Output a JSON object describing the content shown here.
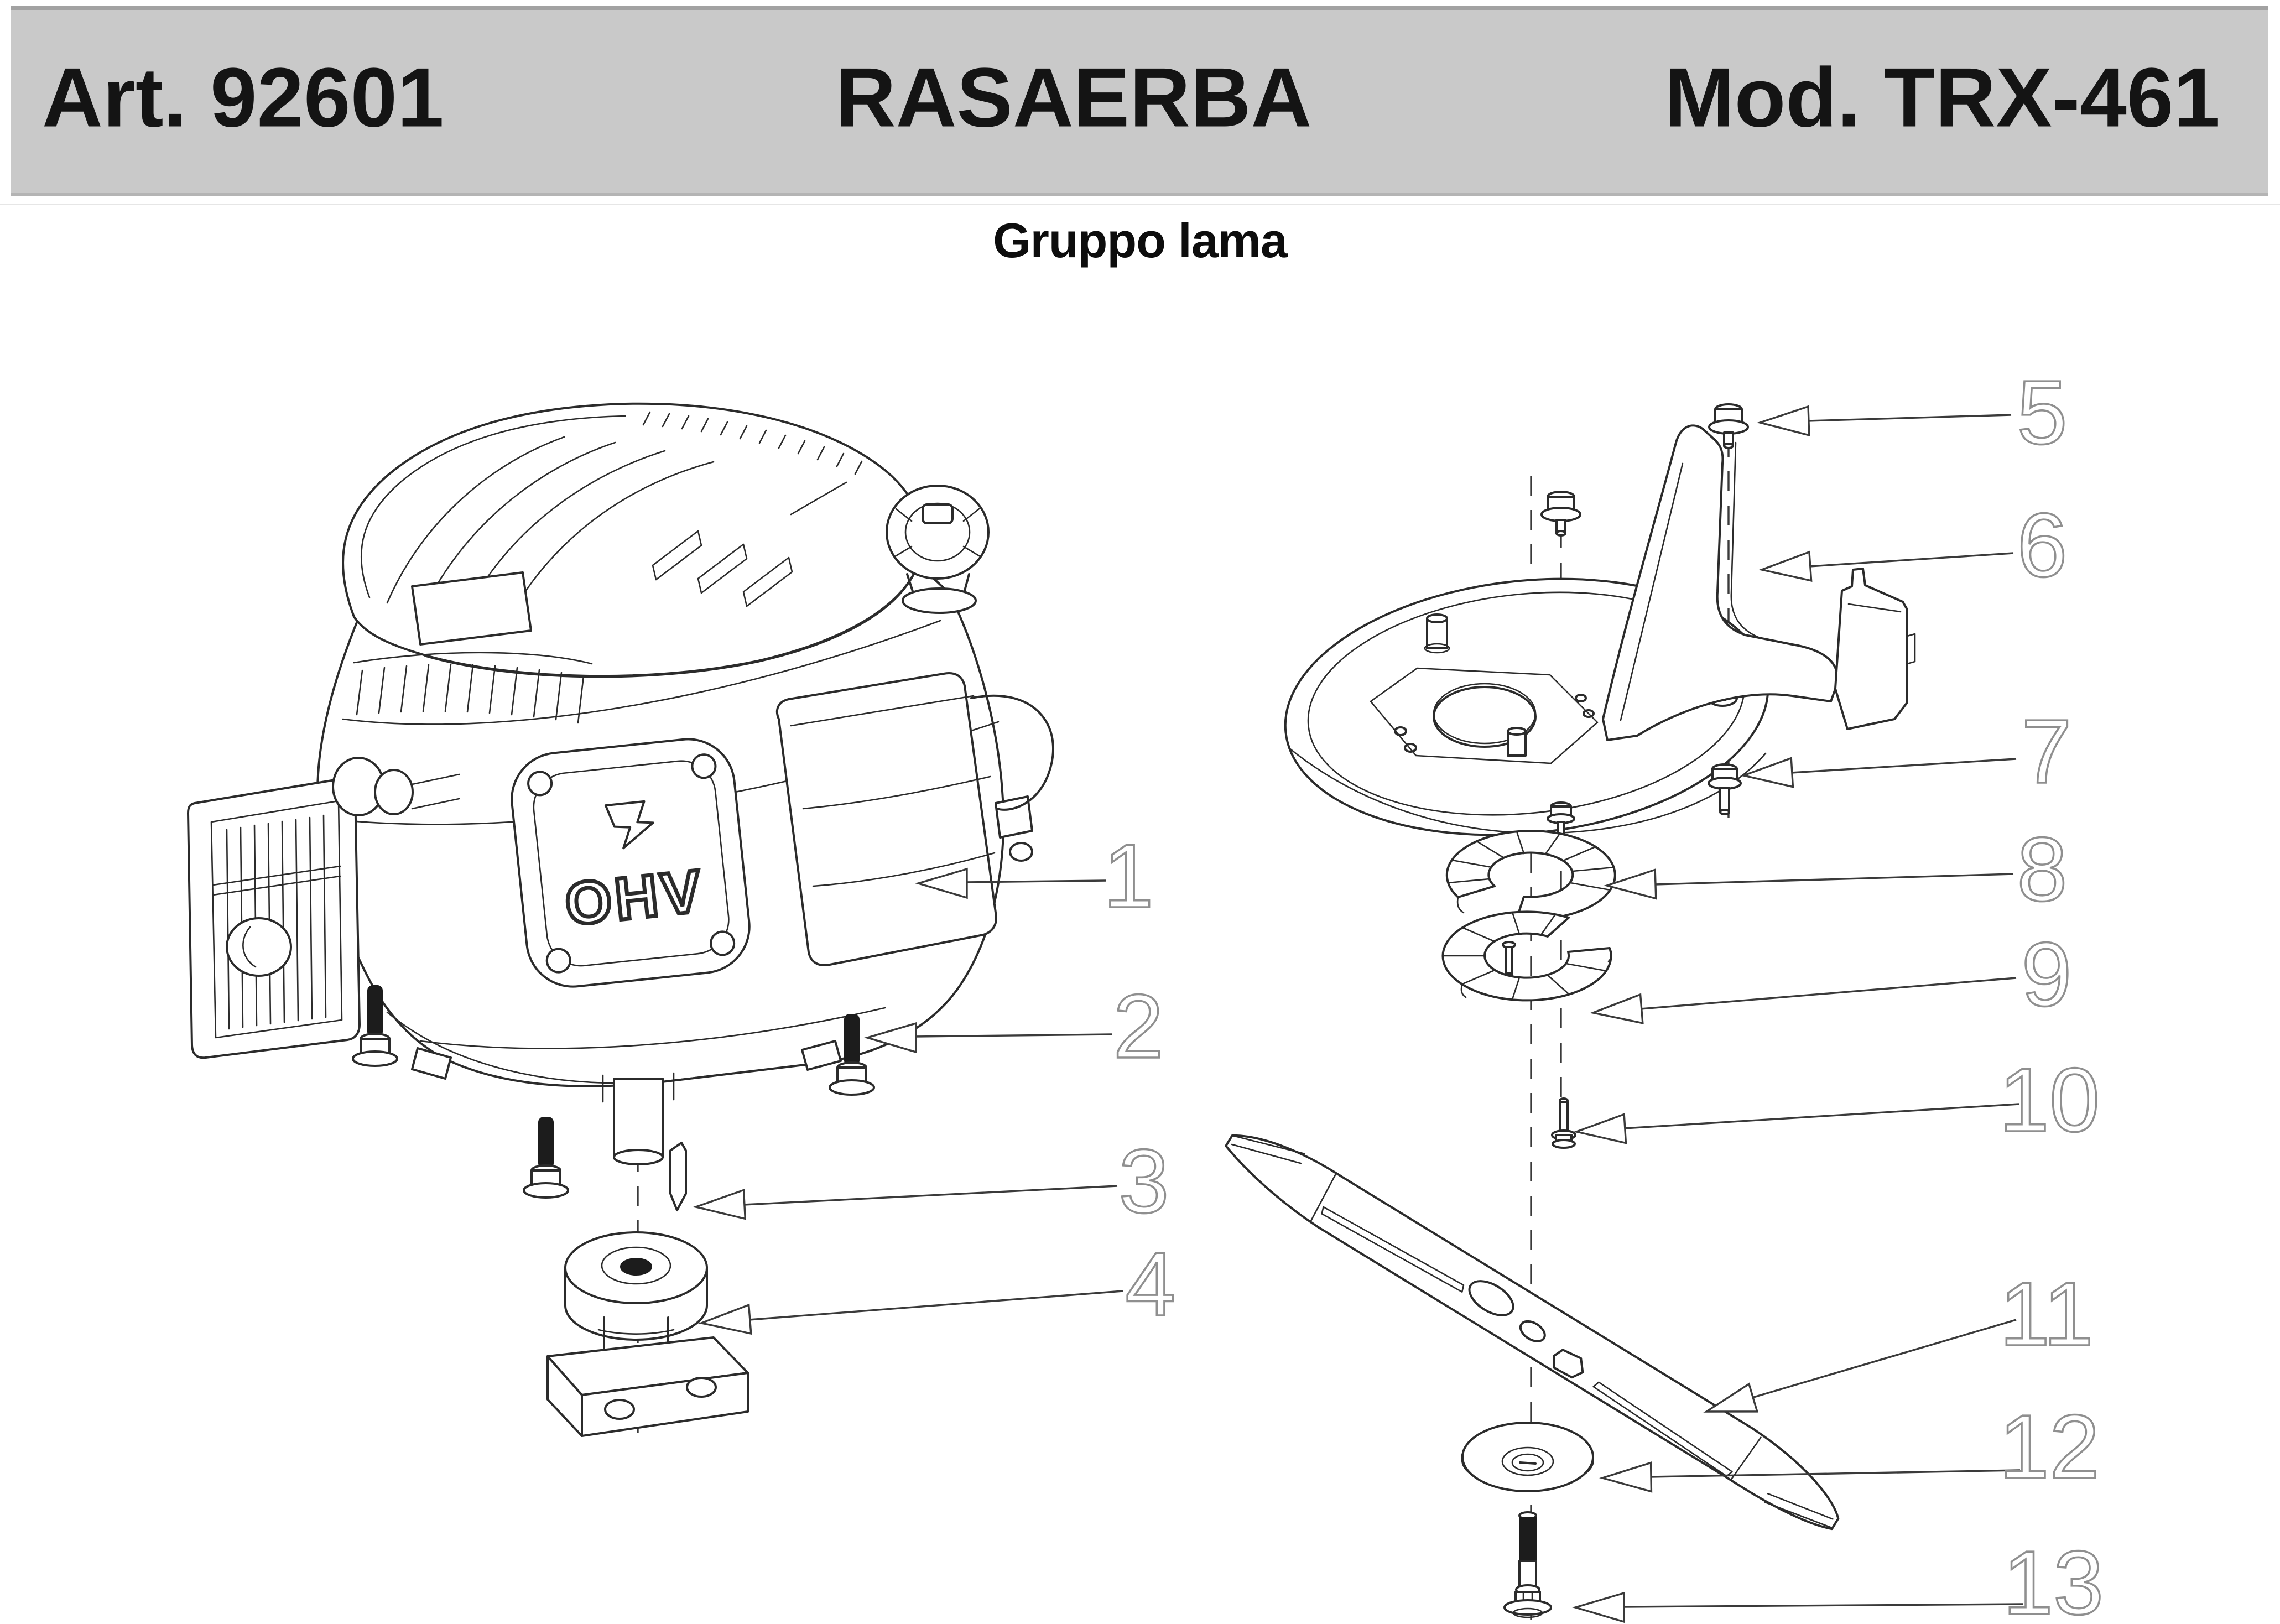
{
  "header": {
    "article_label": "Art. 92601",
    "title": "RASAERBA",
    "model_label": "Mod. TRX-461"
  },
  "subtitle": "Gruppo lama",
  "engine_label": "OHV",
  "callouts": [
    {
      "number": "1"
    },
    {
      "number": "2"
    },
    {
      "number": "3"
    },
    {
      "number": "4"
    },
    {
      "number": "5"
    },
    {
      "number": "6"
    },
    {
      "number": "7"
    },
    {
      "number": "8"
    },
    {
      "number": "9"
    },
    {
      "number": "10"
    },
    {
      "number": "11"
    },
    {
      "number": "12"
    },
    {
      "number": "13"
    }
  ],
  "colors": {
    "background": "#ffffff",
    "header_bg": "#c9c9c9",
    "header_border": "#a2a2a2",
    "header_text": "#141414",
    "line_art": "#2b2b2b",
    "leader_line": "#3a3a3a",
    "callout_outline": "#8f8f8f"
  }
}
